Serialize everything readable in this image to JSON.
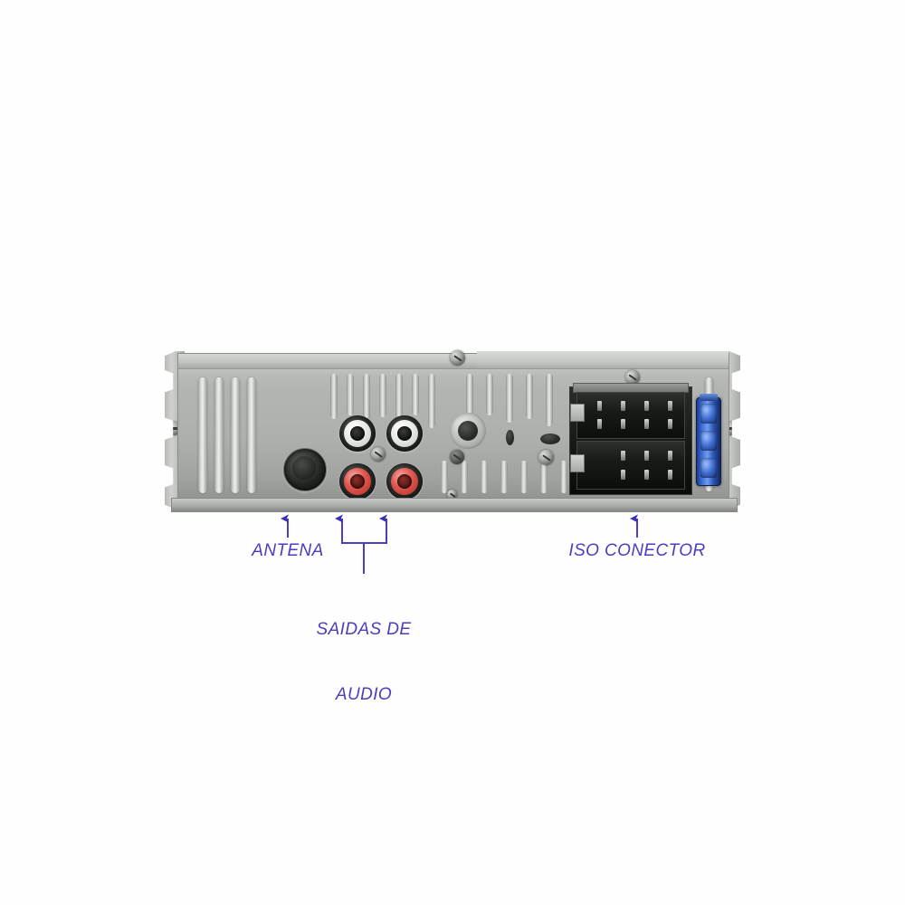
{
  "image": {
    "subject": "car-stereo-rear-panel",
    "background_color": "#ffffff",
    "annotation_color": "#4a3fbe"
  },
  "device": {
    "name": "Car stereo head unit (rear view)",
    "chassis_color": "#aeb0ad",
    "connector_color": "#161815",
    "fuse_color": "#3f6fd4"
  },
  "callouts": [
    {
      "id": "antenna",
      "label": "ANTENA",
      "lines": [
        "ANTENA"
      ],
      "arrow_count": 1
    },
    {
      "id": "audio-outputs",
      "label": "SAIDAS DE AUDIO",
      "lines": [
        "SAIDAS DE",
        "AUDIO"
      ],
      "arrow_count": 2
    },
    {
      "id": "iso-connector",
      "label": "ISO CONECTOR",
      "lines": [
        "ISO CONECTOR"
      ],
      "arrow_count": 1
    }
  ],
  "ports": {
    "antenna_jack": "antenna-socket",
    "rca_white_left": "rca-front-left-output",
    "rca_white_right": "rca-front-right-output",
    "rca_red_left": "rca-rear-left-output",
    "rca_red_right": "rca-rear-right-output",
    "iso_connector": "iso-power-speaker-connector",
    "fuse": "blade-fuse-holder"
  }
}
